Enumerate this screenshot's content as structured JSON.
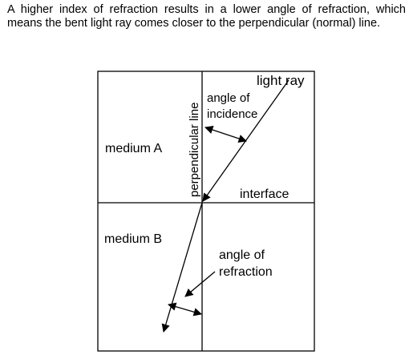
{
  "caption": "A higher index of refraction results in a lower angle of refraction, which means the bent light ray comes closer to the perpendicular (normal) line.",
  "diagram": {
    "light_ray_label": "light ray",
    "angle_incidence_line1": "angle of",
    "angle_incidence_line2": "incidence",
    "perpendicular_label": "perpendicular line",
    "medium_a_label": "medium A",
    "interface_label": "interface",
    "medium_b_label": "medium B",
    "angle_refraction_line1": "angle of",
    "angle_refraction_line2": "refraction"
  },
  "colors": {
    "stroke": "#000000",
    "background": "#ffffff"
  }
}
